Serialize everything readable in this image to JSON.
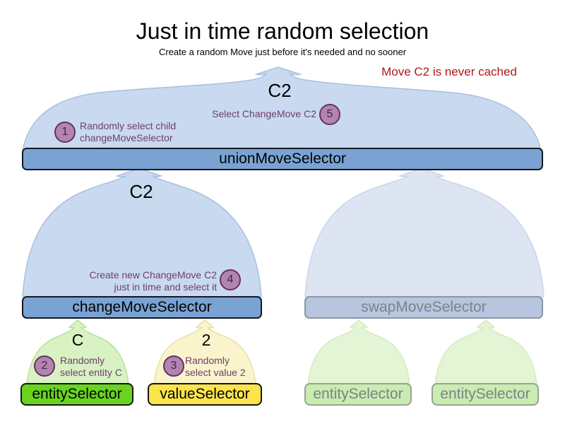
{
  "header": {
    "title": "Just in time random selection",
    "subtitle": "Create a random Move just before it's needed and no sooner",
    "note": "Move C2 is never cached"
  },
  "selectors": {
    "union": {
      "label": "unionMoveSelector",
      "move": "C2"
    },
    "change": {
      "label": "changeMoveSelector",
      "move": "C2"
    },
    "swap": {
      "label": "swapMoveSelector"
    },
    "entity": {
      "label": "entitySelector",
      "move": "C"
    },
    "value": {
      "label": "valueSelector",
      "move": "2"
    },
    "entity_faded_1": {
      "label": "entitySelector"
    },
    "entity_faded_2": {
      "label": "entitySelector"
    }
  },
  "steps": {
    "s1": {
      "num": "1",
      "text": "Randomly select child\nchangeMoveSelector"
    },
    "s2": {
      "num": "2",
      "text": "Randomly\nselect entity C"
    },
    "s3": {
      "num": "3",
      "text": "Randomly\nselect value 2"
    },
    "s4": {
      "num": "4",
      "text": "Create new ChangeMove C2\njust in time and select it"
    },
    "s5": {
      "num": "5",
      "text": "Select ChangeMove C2"
    }
  },
  "colors": {
    "blue_bar": "#7aa3d4",
    "blue_arch": "#c9d9f0",
    "swap_bar": "#b7c5de",
    "swap_arch": "#dde4f2",
    "green_bar": "#68d41f",
    "green_arch": "#d9f2c4",
    "yellow_bar": "#fbe44c",
    "yellow_arch": "#faf4cd",
    "faded_green_bar": "#c9ecaf",
    "faded_green_arch": "#e4f5d5",
    "step_circle": "#b185af",
    "step_circle_border": "#692f63",
    "step_text": "#6d3f6b",
    "note_red": "#b01818"
  }
}
